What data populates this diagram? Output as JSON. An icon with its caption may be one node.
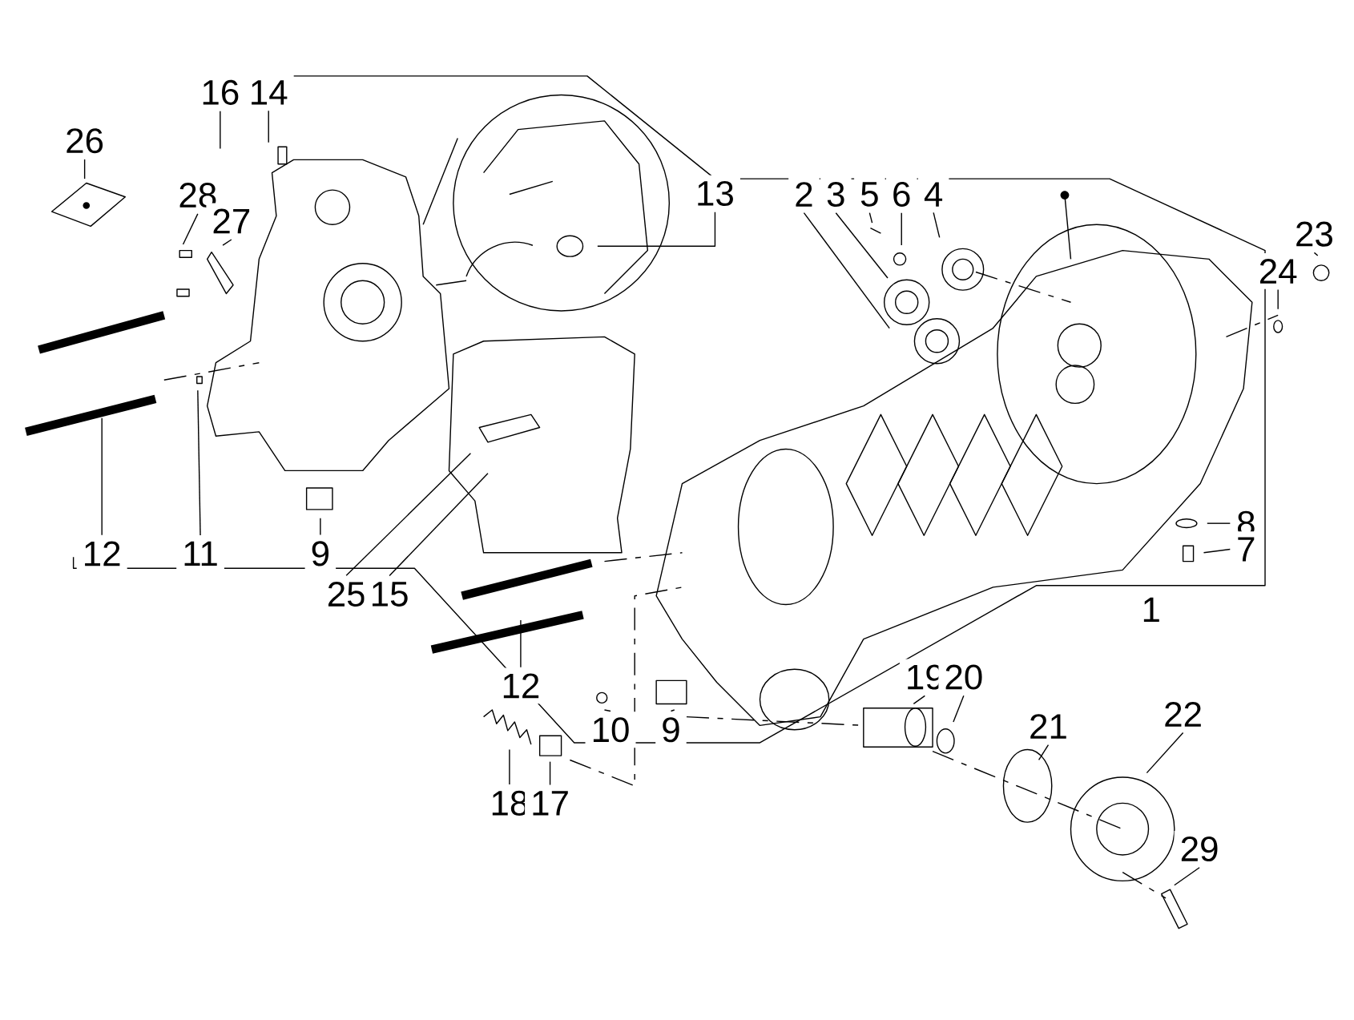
{
  "diagram": {
    "nodes": [
      {
        "text": [
          "16"
        ]
      },
      {
        "text": [
          "14"
        ]
      },
      {
        "text": [
          "26"
        ]
      },
      {
        "text": [
          "28"
        ]
      },
      {
        "text": [
          "27"
        ]
      },
      {
        "text": [
          "13"
        ]
      },
      {
        "text": [
          "2"
        ]
      },
      {
        "text": [
          "3"
        ]
      },
      {
        "text": [
          "5"
        ]
      },
      {
        "text": [
          "6"
        ]
      },
      {
        "text": [
          "4"
        ]
      },
      {
        "text": [
          "23"
        ]
      },
      {
        "text": [
          "24"
        ]
      },
      {
        "text": [
          "8"
        ]
      },
      {
        "text": [
          "7"
        ]
      },
      {
        "text": [
          "12"
        ]
      },
      {
        "text": [
          "11"
        ]
      },
      {
        "text": [
          "9"
        ]
      },
      {
        "text": [
          "25"
        ]
      },
      {
        "text": [
          "15"
        ]
      },
      {
        "text": [
          "12"
        ]
      },
      {
        "text": [
          "10"
        ]
      },
      {
        "text": [
          "9"
        ]
      },
      {
        "text": [
          "19"
        ]
      },
      {
        "text": [
          "20"
        ]
      },
      {
        "text": [
          "21"
        ]
      },
      {
        "text": [
          "22"
        ]
      },
      {
        "text": [
          "18"
        ]
      },
      {
        "text": [
          "17"
        ]
      },
      {
        "text": [
          "29"
        ]
      }
    ],
    "edges": [
      {
        "from": 0,
        "to": null,
        "arrow": "none"
      },
      {
        "from": 1,
        "to": null,
        "arrow": "none"
      },
      {
        "from": 2,
        "to": null,
        "arrow": "none"
      },
      {
        "from": 3,
        "to": null,
        "arrow": "none"
      },
      {
        "from": 4,
        "to": null,
        "arrow": "none"
      },
      {
        "from": 5,
        "to": null,
        "arrow": "none"
      },
      {
        "from": 6,
        "to": null,
        "arrow": "none"
      },
      {
        "from": 7,
        "to": null,
        "arrow": "none"
      },
      {
        "from": 8,
        "to": null,
        "arrow": "none"
      },
      {
        "from": 9,
        "to": null,
        "arrow": "none"
      },
      {
        "from": 10,
        "to": null,
        "arrow": "none"
      },
      {
        "from": 11,
        "to": null,
        "arrow": "none"
      },
      {
        "from": 12,
        "to": null,
        "arrow": "none"
      },
      {
        "from": 13,
        "to": null,
        "arrow": "none"
      },
      {
        "from": 14,
        "to": null,
        "arrow": "none"
      },
      {
        "from": 15,
        "to": null,
        "arrow": "none"
      },
      {
        "from": 16,
        "to": null,
        "arrow": "none"
      },
      {
        "from": 17,
        "to": null,
        "arrow": "none"
      },
      {
        "from": 18,
        "to": null,
        "arrow": "none"
      },
      {
        "from": 19,
        "to": null,
        "arrow": "none"
      },
      {
        "from": 20,
        "to": null,
        "arrow": "none"
      },
      {
        "from": 21,
        "to": null,
        "arrow": "none"
      },
      {
        "from": 22,
        "to": null,
        "arrow": "none"
      },
      {
        "from": 23,
        "to": null,
        "arrow": "none"
      },
      {
        "from": 24,
        "to": null,
        "arrow": "none"
      },
      {
        "from": 25,
        "to": null,
        "arrow": "none"
      },
      {
        "from": 26,
        "to": null,
        "arrow": "none"
      },
      {
        "from": 27,
        "to": null,
        "arrow": "none"
      },
      {
        "from": 28,
        "to": null,
        "arrow": "none"
      },
      {
        "from": 29,
        "to": null,
        "arrow": "none"
      }
    ],
    "labels": [
      "1"
    ]
  }
}
